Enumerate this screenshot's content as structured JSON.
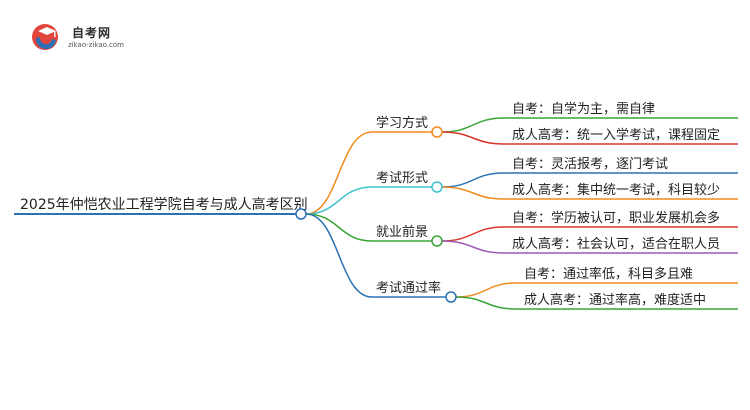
{
  "logo": {
    "name": "自考网",
    "url": "zikao-zikao.com"
  },
  "root": "2025年仲恺农业工程学院自考与成人高考区别",
  "branches": [
    {
      "label": "学习方式",
      "color": "#f28a1e",
      "children": [
        {
          "text": "自考：自学为主，需自律",
          "color": "#3aa537"
        },
        {
          "text": "成人高考：统一入学考试，课程固定",
          "color": "#d9352b"
        }
      ]
    },
    {
      "label": "考试形式",
      "color": "#3fc2cf",
      "children": [
        {
          "text": "自考：灵活报考，逐门考试",
          "color": "#2a72b5"
        },
        {
          "text": "成人高考：集中统一考试，科目较少",
          "color": "#f28a1e"
        }
      ]
    },
    {
      "label": "就业前景",
      "color": "#3aa537",
      "children": [
        {
          "text": "自考：学历被认可，职业发展机会多",
          "color": "#d9352b"
        },
        {
          "text": "成人高考：社会认可，适合在职人员",
          "color": "#9b59b6"
        }
      ]
    },
    {
      "label": "考试通过率",
      "color": "#2a72b5",
      "children": [
        {
          "text": "自考：通过率低，科目多且难",
          "color": "#f28a1e"
        },
        {
          "text": "成人高考：通过率高，难度适中",
          "color": "#3aa537"
        }
      ]
    }
  ]
}
